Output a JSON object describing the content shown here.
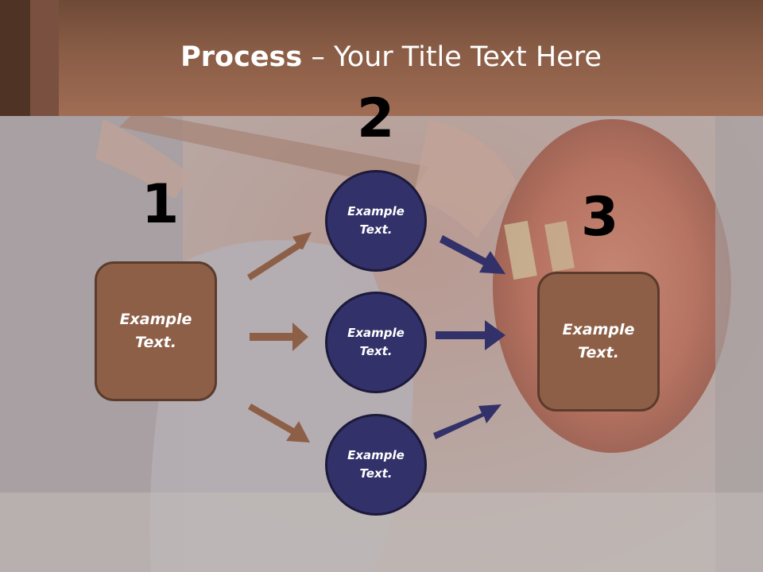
{
  "title": {
    "bold": "Process",
    "rest": " – Your Title Text Here"
  },
  "steps": [
    "1",
    "2",
    "3"
  ],
  "boxes": {
    "left": "Example\nText.",
    "right": "Example\nText."
  },
  "circles": [
    "Example\nText.",
    "Example\nText.",
    "Example\nText."
  ],
  "colors": {
    "header": "#8a5d46",
    "box_fill": "#8d5f47",
    "box_border": "#5c3b2c",
    "circle_fill": "#33316a",
    "arrow_brown": "#8d5f47",
    "arrow_navy": "#33316a"
  }
}
